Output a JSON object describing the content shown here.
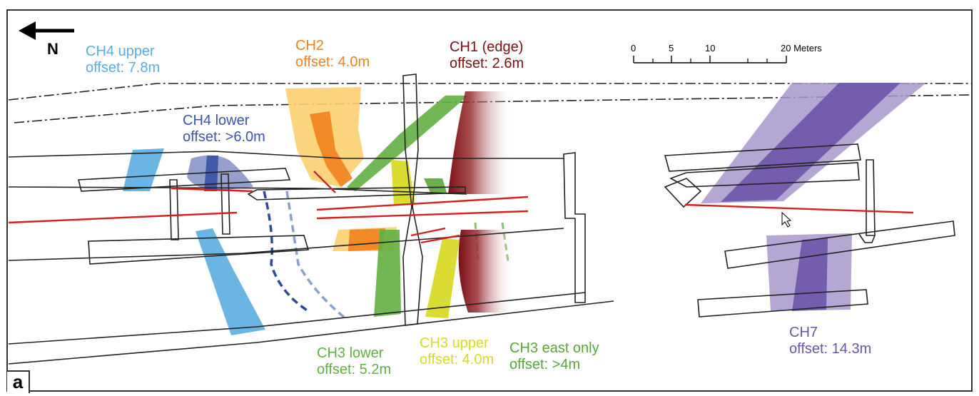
{
  "panel_letter": "a",
  "north_label": "N",
  "scale_bar": {
    "ticks": [
      "0",
      "5",
      "10",
      "20 Meters"
    ]
  },
  "channels": [
    {
      "id": "ch4-upper",
      "name": "CH4 upper",
      "offset": "offset: 7.8m",
      "color": "#5aade0"
    },
    {
      "id": "ch4-lower",
      "name": "CH4 lower",
      "offset": "offset: >6.0m",
      "color": "#3d55a8"
    },
    {
      "id": "ch2",
      "name": "CH2",
      "offset": "offset: 4.0m",
      "color": "#f0821e"
    },
    {
      "id": "ch1",
      "name": "CH1 (edge)",
      "offset": "offset: 2.6m",
      "color": "#7a1015"
    },
    {
      "id": "ch3-lower",
      "name": "CH3 lower",
      "offset": "offset: 5.2m",
      "color": "#62b043"
    },
    {
      "id": "ch3-upper",
      "name": "CH3 upper",
      "offset": "offset: 4.0m",
      "color": "#d8d928"
    },
    {
      "id": "ch3-east",
      "name": "CH3 east only",
      "offset": "offset: >4m",
      "color": "#5aa53a"
    },
    {
      "id": "ch7",
      "name": "CH7",
      "offset": "offset: 14.3m",
      "color": "#6a56a8"
    }
  ]
}
